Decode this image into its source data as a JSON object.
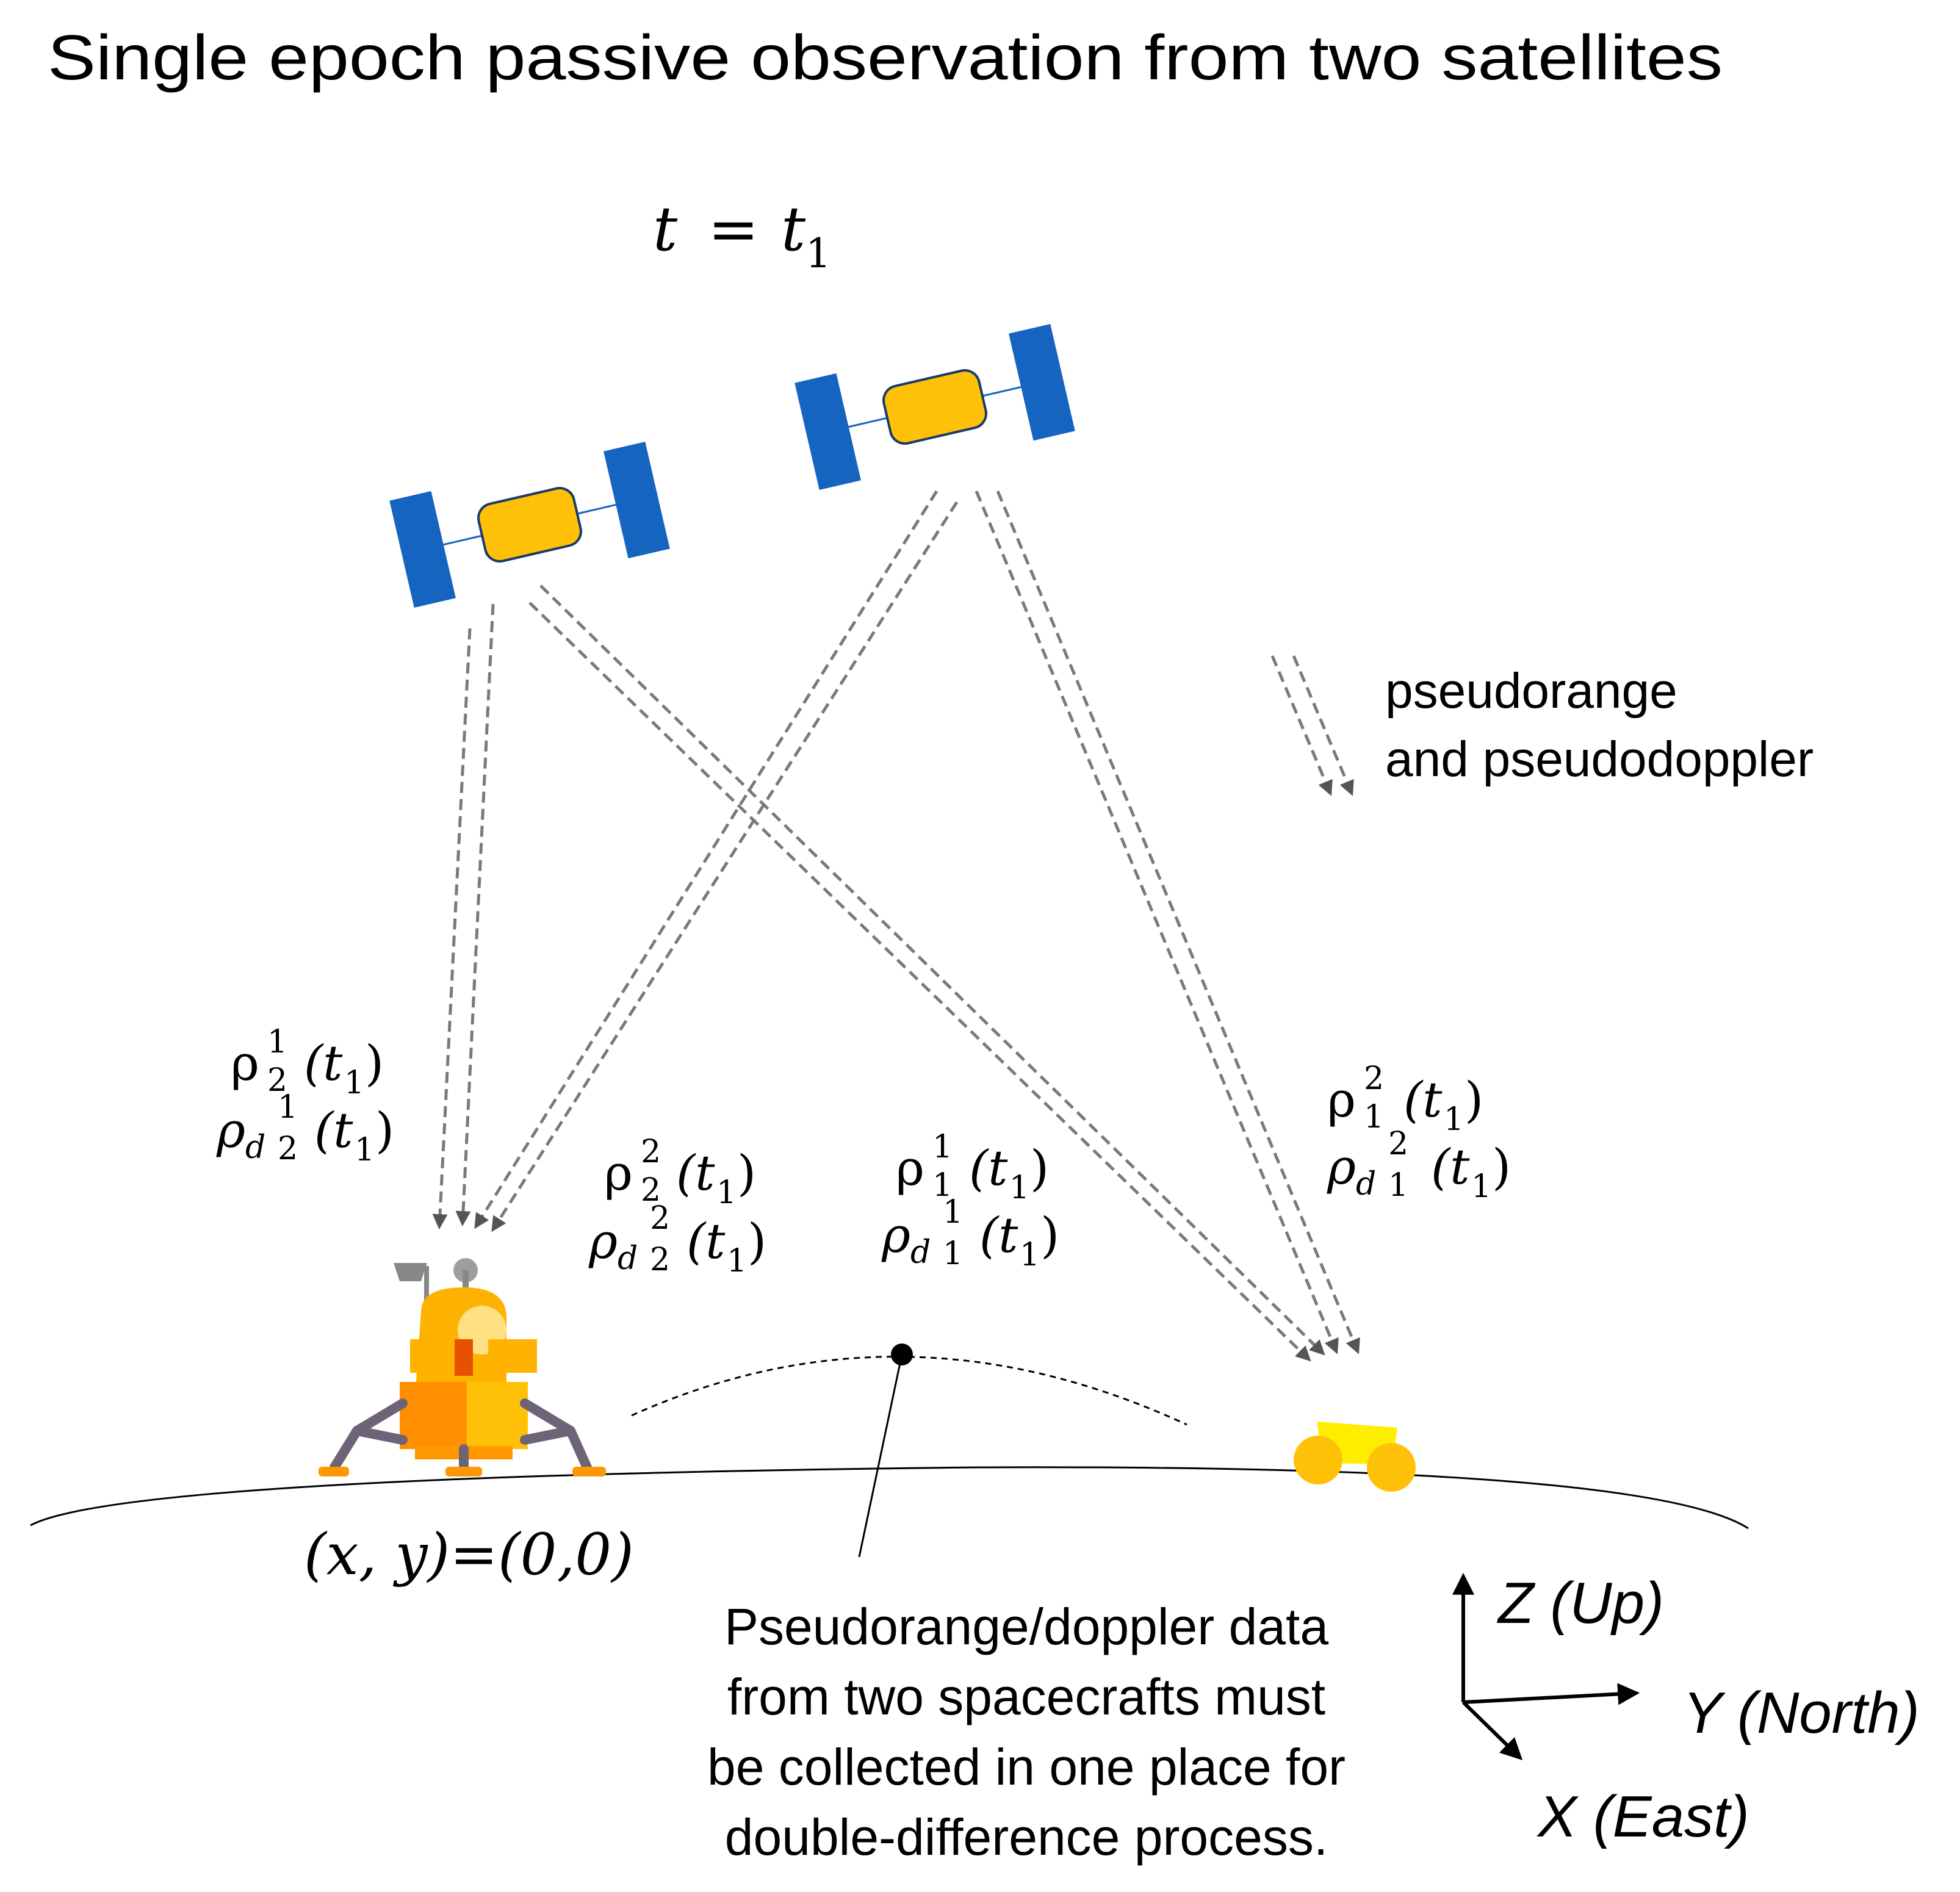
{
  "title": "Single epoch passive observation from two satellites",
  "epoch": {
    "lhs": "t",
    "eq": "=",
    "rhs": "t",
    "sub": "1"
  },
  "legend": {
    "line1": "pseudorange",
    "line2": "and pseudodoppler"
  },
  "labels": {
    "rho21": {
      "r1": {
        "base": "ρ",
        "sup": "1",
        "sub": "2",
        "arg": "(t",
        "argsub": "1",
        "close": ")"
      },
      "r2": {
        "base": "ρ",
        "d": "d",
        "sup": "1",
        "sub": "2",
        "arg": "(t",
        "argsub": "1",
        "close": ")"
      }
    },
    "rho22": {
      "r1": {
        "base": "ρ",
        "sup": "2",
        "sub": "2",
        "arg": "(t",
        "argsub": "1",
        "close": ")"
      },
      "r2": {
        "base": "ρ",
        "d": "d",
        "sup": "2",
        "sub": "2",
        "arg": "(t",
        "argsub": "1",
        "close": ")"
      }
    },
    "rho11": {
      "r1": {
        "base": "ρ",
        "sup": "1",
        "sub": "1",
        "arg": "(t",
        "argsub": "1",
        "close": ")"
      },
      "r2": {
        "base": "ρ",
        "d": "d",
        "sup": "1",
        "sub": "1",
        "arg": "(t",
        "argsub": "1",
        "close": ")"
      }
    },
    "rho12": {
      "r1": {
        "base": "ρ",
        "sup": "2",
        "sub": "1",
        "arg": "(t",
        "argsub": "1",
        "close": ")"
      },
      "r2": {
        "base": "ρ",
        "d": "d",
        "sup": "2",
        "sub": "1",
        "arg": "(t",
        "argsub": "1",
        "close": ")"
      }
    }
  },
  "origin": "(x, y)=(0,0)",
  "note": [
    "Pseudorange/doppler data",
    "from two spacecrafts must",
    "be collected in one place for",
    "double-difference process."
  ],
  "axes": {
    "z": "Z (Up)",
    "y": "Y (North)",
    "x": "X (East)"
  },
  "colors": {
    "panel": "#1565c0",
    "body": "#ffc107",
    "lander_orange": "#ff9800",
    "lander_yellow": "#ffc107",
    "lander_leg": "#6d6478",
    "rover": "#ffee00",
    "ray": "#7a7a7a"
  }
}
